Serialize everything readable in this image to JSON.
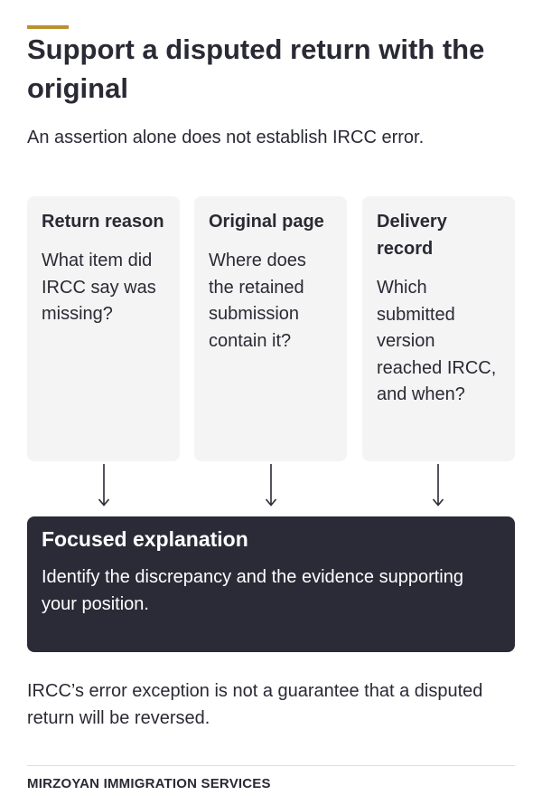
{
  "header": {
    "accent_color": "#b8922f",
    "title": "Support a disputed return with the original",
    "subtitle": "An assertion alone does not establish IRCC error."
  },
  "cards": [
    {
      "title": "Return reason",
      "body": "What item did IRCC say was missing?"
    },
    {
      "title": "Original page",
      "body": "Where does the retained submission contain it?"
    },
    {
      "title": "Delivery record",
      "body": "Which submitted version reached IRCC, and when?"
    }
  ],
  "focus": {
    "title": "Focused explanation",
    "body": "Identify the discrepancy and the evidence supporting your position.",
    "background_color": "#2b2b38"
  },
  "footnote": "IRCC’s error exception is not a guarantee that a disputed return will be reversed.",
  "footer": {
    "brand": "MIRZOYAN IMMIGRATION SERVICES"
  }
}
